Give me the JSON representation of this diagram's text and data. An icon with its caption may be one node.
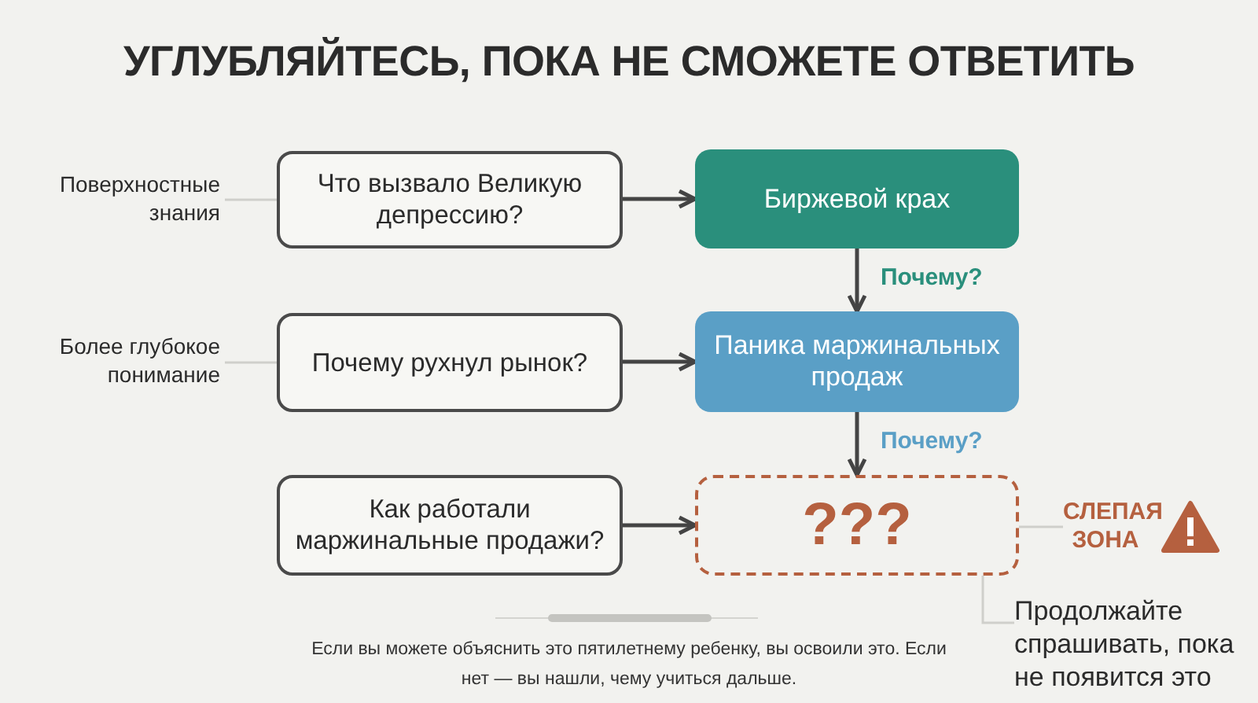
{
  "diagram": {
    "title": "УГЛУБЛЯЙТЕСЬ, ПОКА НЕ СМОЖЕТЕ ОТВЕТИТЬ",
    "caption": "Если вы можете объяснить это пятилетнему ребенку, вы освоили это. Если нет — вы нашли, чему учиться дальше.",
    "nodes": [
      {
        "text": [
          "Поверхностные знания"
        ]
      },
      {
        "text": [
          "Что вызвало Великую депрессию?"
        ]
      },
      {
        "text": [
          "Биржевой крах"
        ]
      },
      {
        "text": [
          "Более глубокое понимание"
        ]
      },
      {
        "text": [
          "Почему рухнул рынок?"
        ]
      },
      {
        "text": [
          "Паника маржинальных продаж"
        ]
      },
      {
        "text": [
          "Как работали маржинальные продажи?"
        ]
      },
      {
        "text": [
          "???"
        ]
      },
      {
        "text": [
          "СЛЕПАЯ ЗОНА"
        ]
      },
      {
        "text": [
          "Продолжайте спрашивать, пока не появится это"
        ]
      }
    ],
    "edges": [
      {
        "from": 0,
        "to": 1,
        "arrow": "none",
        "color": "#cfcfcb"
      },
      {
        "from": 1,
        "to": 2,
        "arrow": "to"
      },
      {
        "from": 2,
        "to": 5,
        "arrow": "to",
        "label": "Почему?"
      },
      {
        "from": 3,
        "to": 4,
        "arrow": "none",
        "color": "#cfcfcb"
      },
      {
        "from": 4,
        "to": 5,
        "arrow": "to"
      },
      {
        "from": 5,
        "to": 7,
        "arrow": "to",
        "label": "Почему?"
      },
      {
        "from": 6,
        "to": 7,
        "arrow": "to"
      },
      {
        "from": 8,
        "to": 7,
        "arrow": "none",
        "color": "#cfcfcb"
      },
      {
        "from": 9,
        "to": 7,
        "arrow": "none",
        "color": "#cfcfcb"
      }
    ]
  }
}
